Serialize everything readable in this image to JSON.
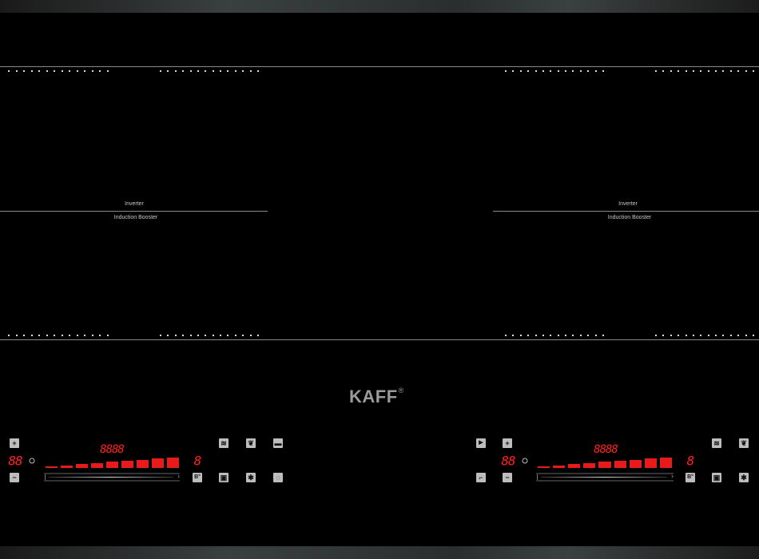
{
  "zones": {
    "left": {
      "top_label": "Inverter",
      "bottom_label": "Induction Booster"
    },
    "right": {
      "top_label": "Inverter",
      "bottom_label": "Induction Booster"
    }
  },
  "brand": {
    "name": "KAFF",
    "mark": "®"
  },
  "left_panel": {
    "timer_display": "88",
    "clock_display": "8888",
    "level_display": "8",
    "plus": "+",
    "minus": "−",
    "boost": "B°",
    "power_levels": 9,
    "icons": [
      "keep-warm-icon",
      "flame-icon",
      "pot-icon",
      "lock-icon",
      "fan-icon",
      "power-icon"
    ]
  },
  "right_panel": {
    "timer_display": "88",
    "clock_display": "8888",
    "level_display": "8",
    "plus": "+",
    "minus": "−",
    "boost": "B°",
    "power_levels": 9,
    "icons": [
      "pause-icon",
      "pan-icon",
      "keep-warm-icon",
      "flame-icon",
      "lock-icon",
      "fan-icon"
    ]
  },
  "glyphs": {
    "warm": "≋",
    "flame": "❦",
    "pot": "▬",
    "lock": "▣",
    "fan": "✱",
    "power": "◌",
    "pause": "▶",
    "pan": "⌐"
  }
}
